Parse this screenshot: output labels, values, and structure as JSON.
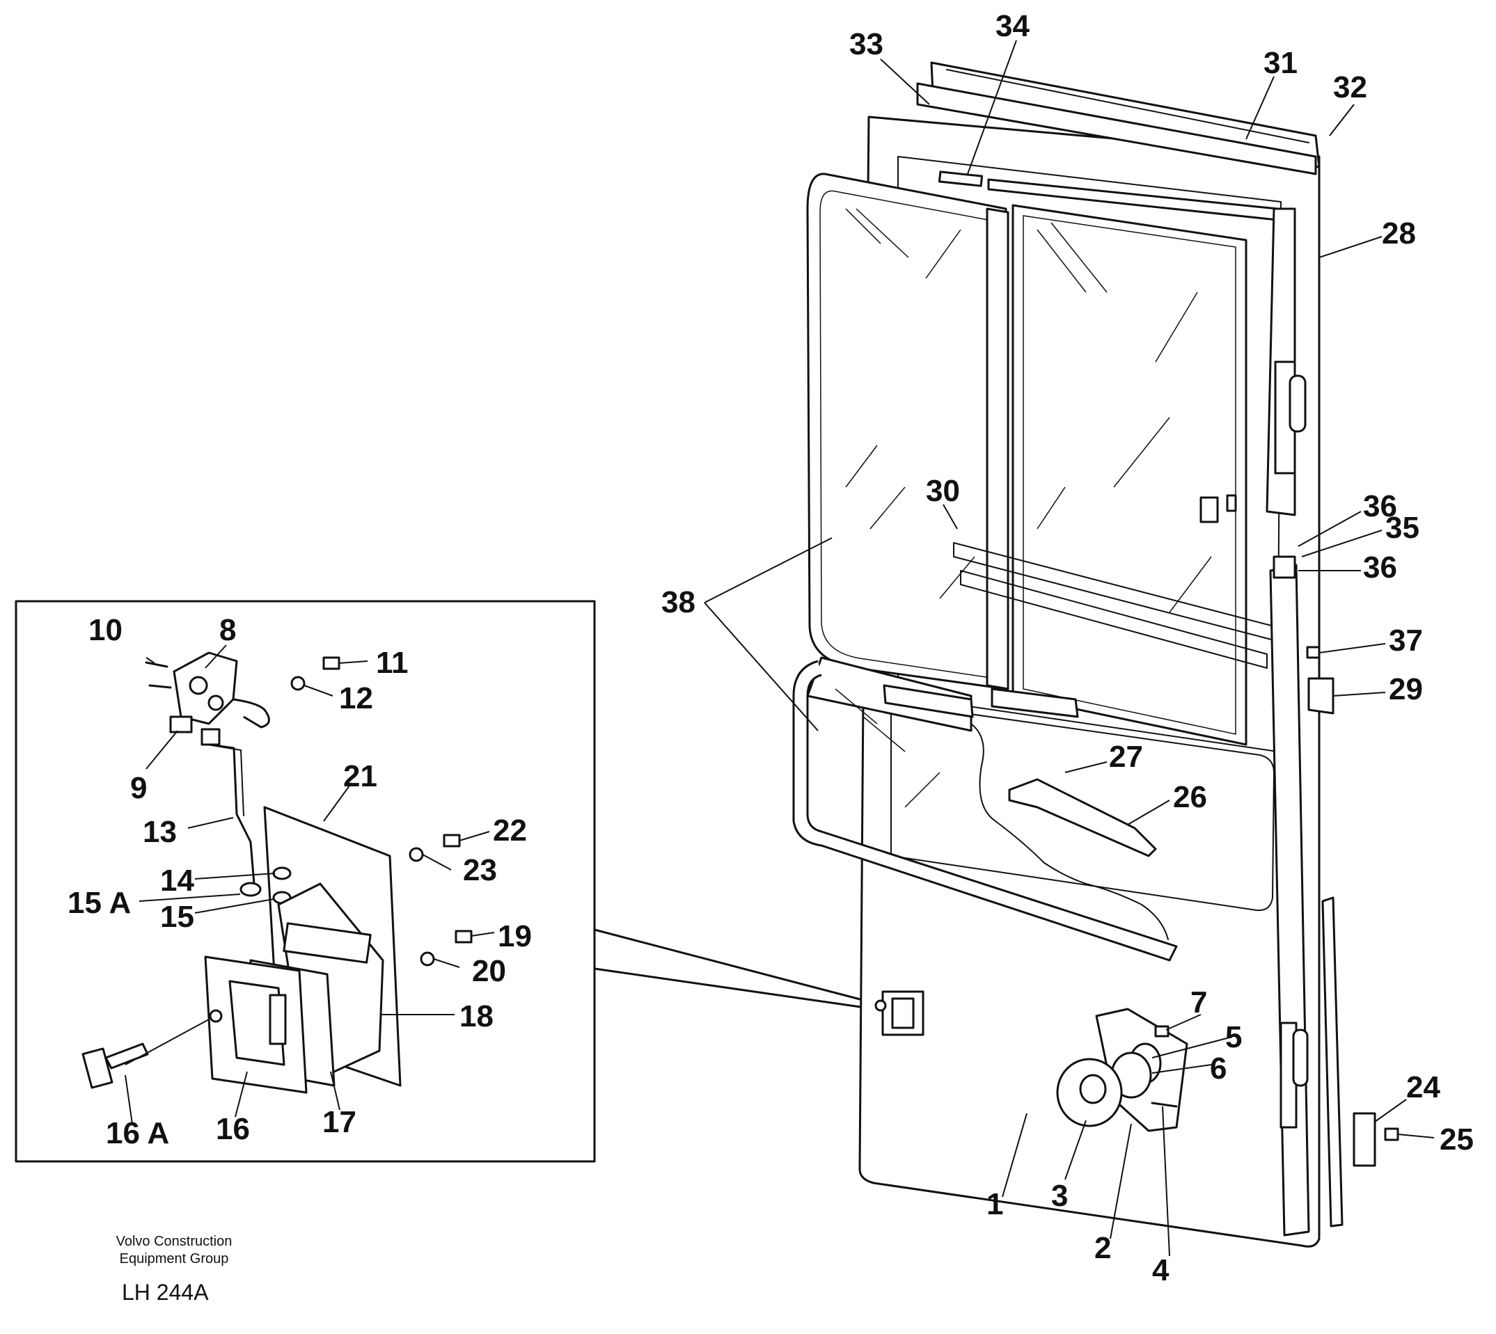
{
  "diagram": {
    "part_numbers": [
      "1",
      "2",
      "3",
      "4",
      "5",
      "6",
      "7",
      "8",
      "9",
      "10",
      "11",
      "12",
      "13",
      "14",
      "15",
      "15 A",
      "16",
      "16 A",
      "17",
      "18",
      "19",
      "20",
      "21",
      "22",
      "23",
      "24",
      "25",
      "26",
      "27",
      "28",
      "29",
      "30",
      "31",
      "32",
      "33",
      "34",
      "35",
      "36",
      "37",
      "38"
    ],
    "company": {
      "line1": "Volvo Construction",
      "line2": "Equipment Group"
    },
    "drawing_code": "LH 244A"
  }
}
